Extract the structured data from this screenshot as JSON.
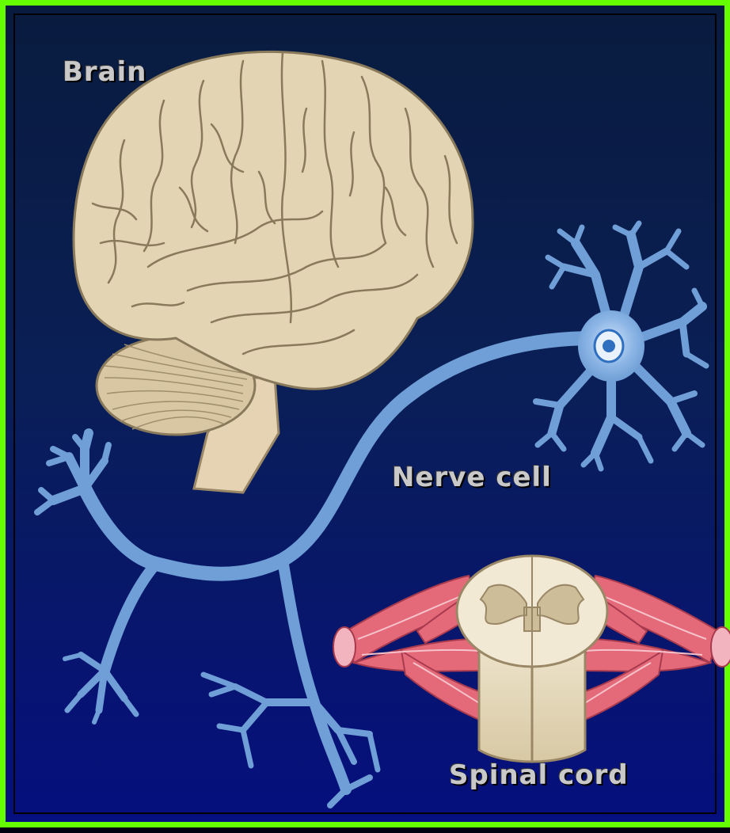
{
  "labels": {
    "brain": "Brain",
    "nerve_cell": "Nerve cell",
    "spinal_cord": "Spinal cord"
  },
  "colors": {
    "frame_border": "#66ff00",
    "background_top": "#091b3e",
    "background_bottom": "#060f7e",
    "brain": "#e3d4b3",
    "brain_lines": "#8a7a5c",
    "neuron": "#6f9fd6",
    "nucleus": "#2f6fc0",
    "muscle": "#e46a7a",
    "cord": "#e8dcc0",
    "label_text": "#c9c9c9"
  }
}
